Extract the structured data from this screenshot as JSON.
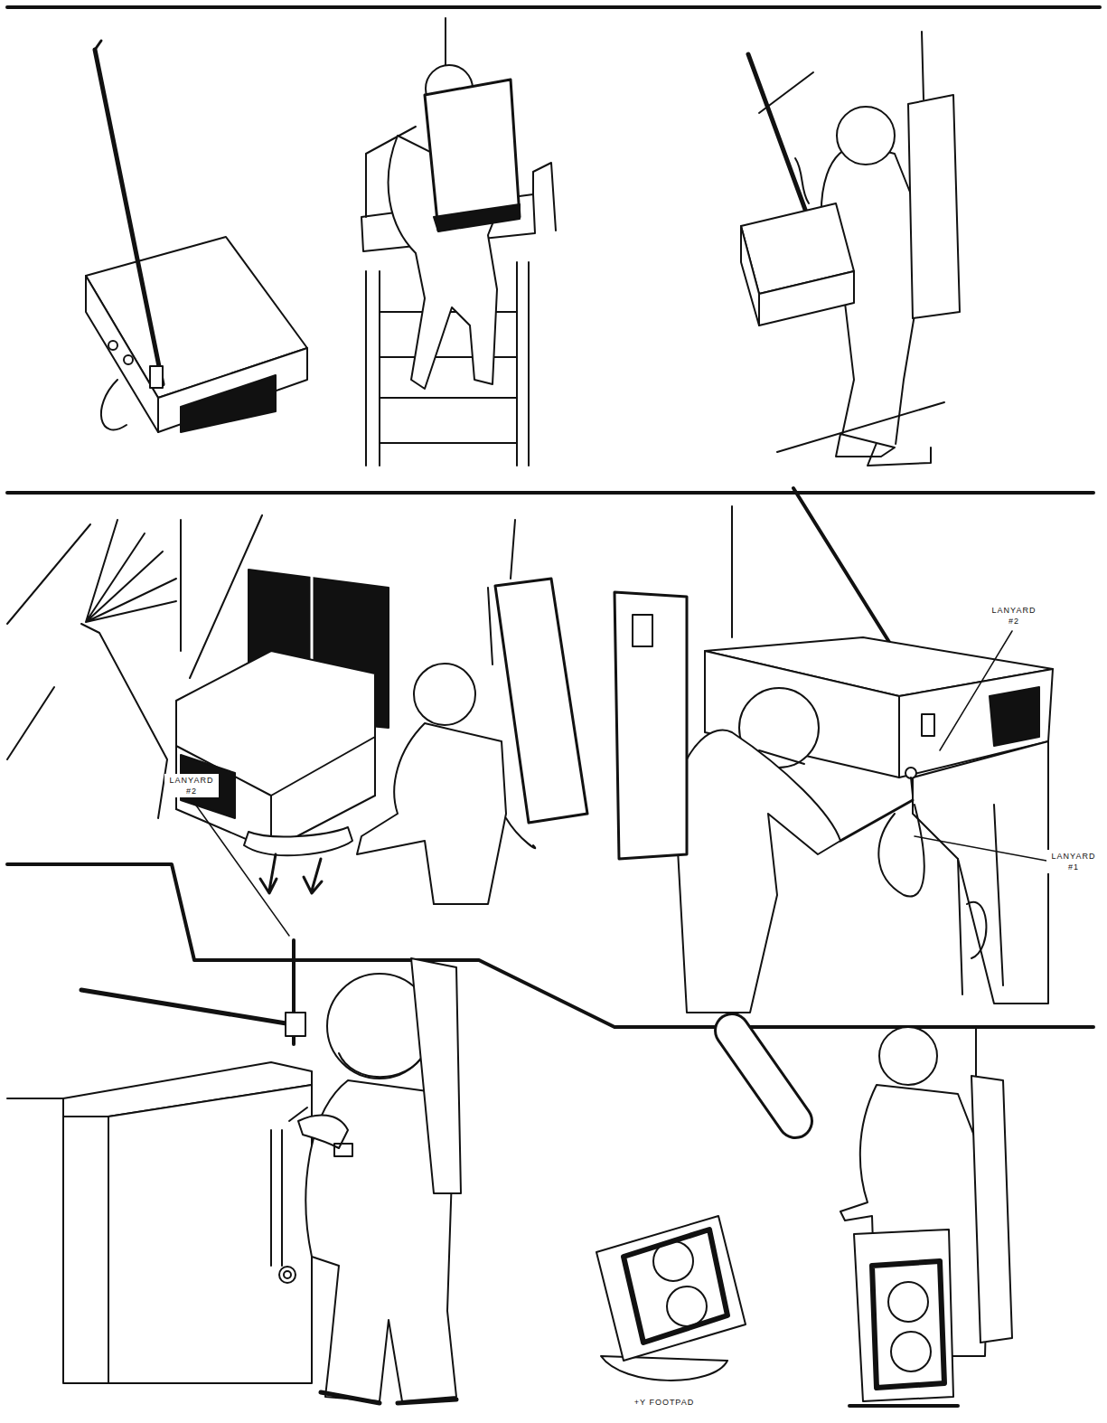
{
  "diagram": {
    "labels": [
      "LANYARD #2",
      "LANYARD #1",
      "LANYARD #2",
      "+Y FOOTPAD"
    ]
  }
}
